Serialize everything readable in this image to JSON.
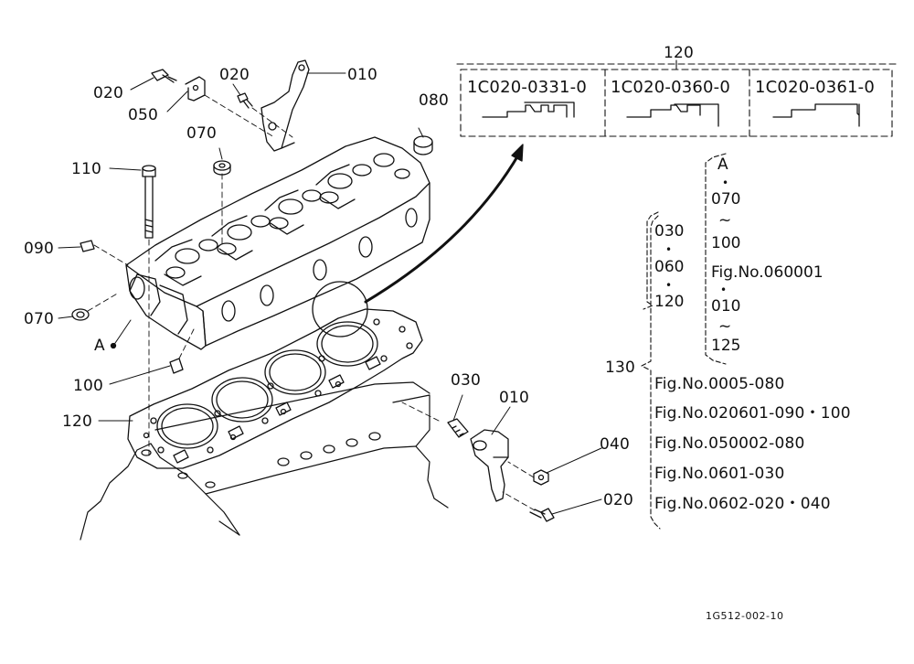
{
  "callouts": {
    "c010_top": "010",
    "c020_left": "020",
    "c020_mid": "020",
    "c050": "050",
    "c080": "080",
    "c070_top": "070",
    "c110": "110",
    "c090": "090",
    "c070_left": "070",
    "c_a": "A",
    "c100": "100",
    "c120": "120",
    "c030": "030",
    "c010_right": "010",
    "c040": "040",
    "c020_right": "020",
    "c130": "130"
  },
  "gasket_table": {
    "title": "120",
    "parts": [
      "1C020-0331-0",
      "1C020-0360-0",
      "1C020-0361-0"
    ]
  },
  "bracket_a": {
    "items": [
      "A",
      "•",
      "070",
      "~",
      "100",
      "Fig.No.060001",
      "•",
      "010",
      "~",
      "125"
    ]
  },
  "bracket_inner": {
    "items": [
      "030",
      "•",
      "060",
      "•",
      "120"
    ]
  },
  "bracket_130": {
    "refs": [
      "Fig.No.0005-080",
      "Fig.No.020601-090・100",
      "Fig.No.050002-080",
      "Fig.No.0601-030",
      "Fig.No.0602-020・040"
    ]
  },
  "footer": {
    "drawing_id": "1G512-002-10"
  }
}
